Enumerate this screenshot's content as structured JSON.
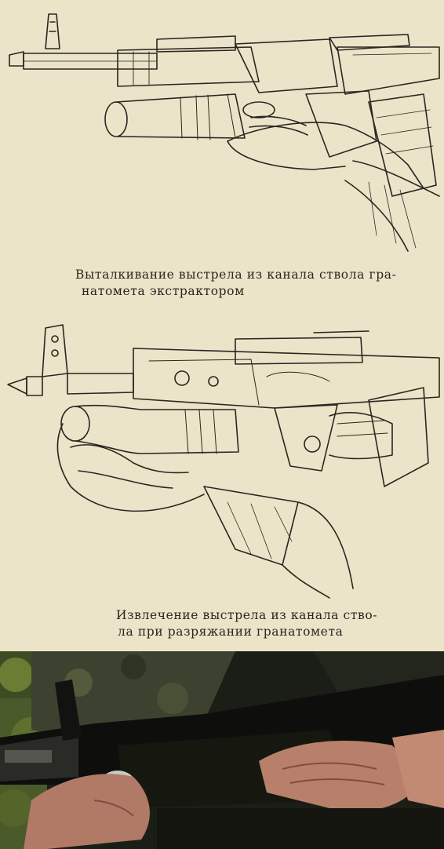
{
  "figure_1": {
    "caption_lines": [
      "Выталкивание выстрела из канала ствола гра-",
      "натомета экстрактором"
    ]
  },
  "figure_2": {
    "caption_lines": [
      "Извлечение выстрела из канала ство-",
      "ла при разряжании гранатомета"
    ]
  },
  "colors": {
    "paper": "#ebe4c9",
    "ink": "#2a2620",
    "photo_background": "#1b1d17"
  }
}
